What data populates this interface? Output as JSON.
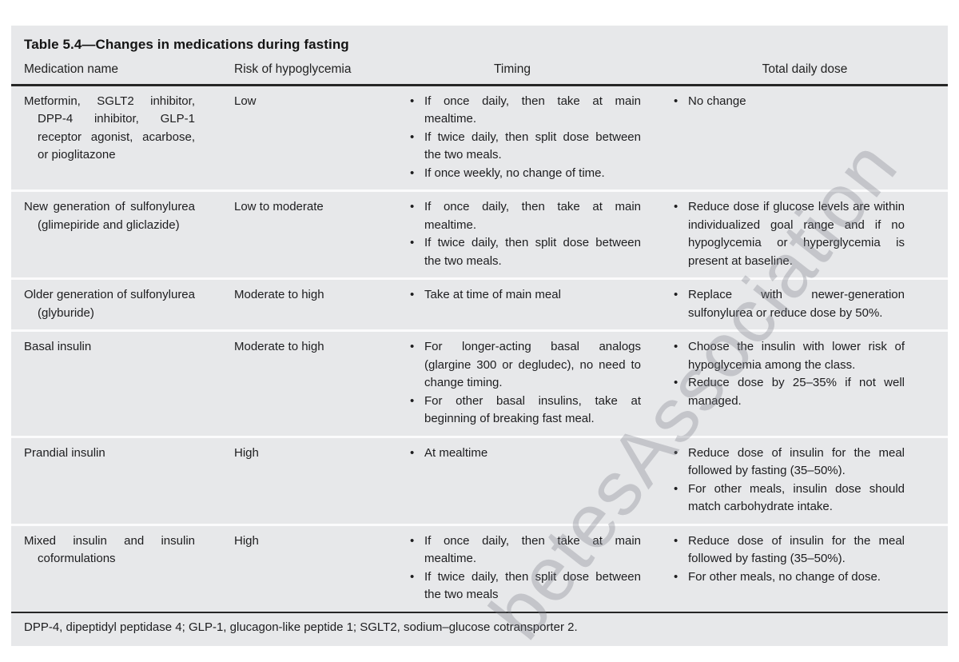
{
  "table": {
    "title": "Table 5.4—Changes in medications during fasting",
    "columns": [
      "Medication name",
      "Risk of hypoglycemia",
      "Timing",
      "Total daily dose"
    ],
    "rows": [
      {
        "medication": "Metformin, SGLT2 inhibitor, DPP-4 inhibitor, GLP-1 receptor agonist, acarbose, or pioglitazone",
        "risk": "Low",
        "timing": [
          "If once daily, then take at main mealtime.",
          "If twice daily, then split dose between the two meals.",
          "If once weekly, no change of time."
        ],
        "dose": [
          "No change"
        ]
      },
      {
        "medication": "New generation of sulfonylurea (glimepiride and gliclazide)",
        "risk": "Low to moderate",
        "timing": [
          "If once daily, then take at main mealtime.",
          "If twice daily, then split dose between the two meals."
        ],
        "dose": [
          "Reduce dose if glucose levels are within individualized goal range and if no hypoglycemia or hyperglycemia is present at baseline."
        ]
      },
      {
        "medication": "Older generation of sulfonylurea (glyburide)",
        "risk": "Moderate to high",
        "timing": [
          "Take at time of main meal"
        ],
        "dose": [
          "Replace with newer-generation sulfonylurea or reduce dose by 50%."
        ]
      },
      {
        "medication": "Basal insulin",
        "risk": "Moderate to high",
        "timing": [
          "For longer-acting basal analogs (glargine 300 or degludec), no need to change timing.",
          "For other basal insulins, take at beginning of breaking fast meal."
        ],
        "dose": [
          "Choose the insulin with lower risk of hypoglycemia among the class.",
          "Reduce dose by 25–35% if not well managed."
        ]
      },
      {
        "medication": "Prandial insulin",
        "risk": "High",
        "timing": [
          "At mealtime"
        ],
        "dose": [
          "Reduce dose of insulin for the meal followed by fasting (35–50%).",
          "For other meals, insulin dose should match carbohydrate intake."
        ]
      },
      {
        "medication": "Mixed insulin and insulin coformulations",
        "risk": "High",
        "timing": [
          "If once daily, then take at main mealtime.",
          "If twice daily, then split dose between the two meals"
        ],
        "dose": [
          "Reduce dose of insulin for the meal followed by fasting (35–50%).",
          "For other meals, no change of dose."
        ]
      }
    ],
    "footnote": "DPP-4, dipeptidyl peptidase 4; GLP-1, glucagon-like peptide 1; SGLT2, sodium–glucose cotransporter 2."
  },
  "watermark": {
    "text": "betesAssociation"
  },
  "colors": {
    "table_background": "#e7e8ea",
    "text": "#1d1d1f",
    "rule": "#262626",
    "row_separator": "#fbfbfc",
    "watermark": "#80838a"
  }
}
